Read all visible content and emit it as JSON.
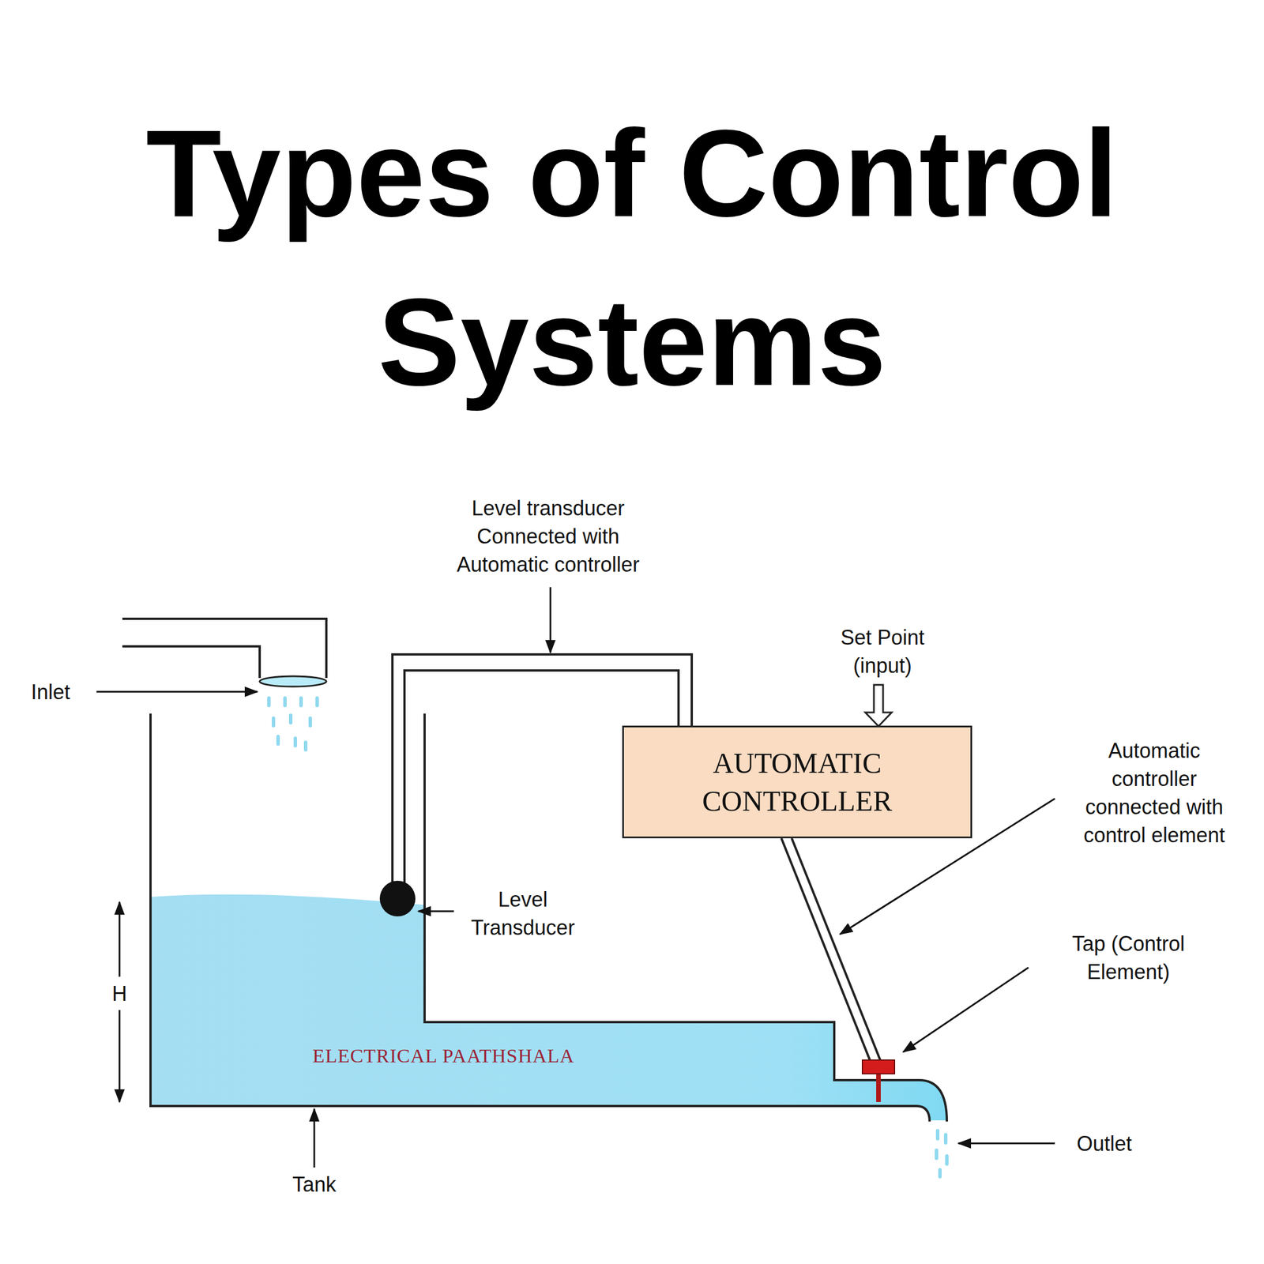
{
  "diagram": {
    "title": "Types of Control Systems",
    "nodes": [
      {
        "text": [
          "AUTOMATIC CONTROLLER"
        ]
      }
    ],
    "labels": [
      "Level transducer Connected with Automatic controller",
      "Set Point (input)",
      "Inlet",
      "Automatic controller connected with control element",
      "Level Transducer",
      "Tap (Control Element)",
      "H",
      "ELECTRICAL PAATHSHALA",
      "Tank",
      "Outlet"
    ]
  }
}
